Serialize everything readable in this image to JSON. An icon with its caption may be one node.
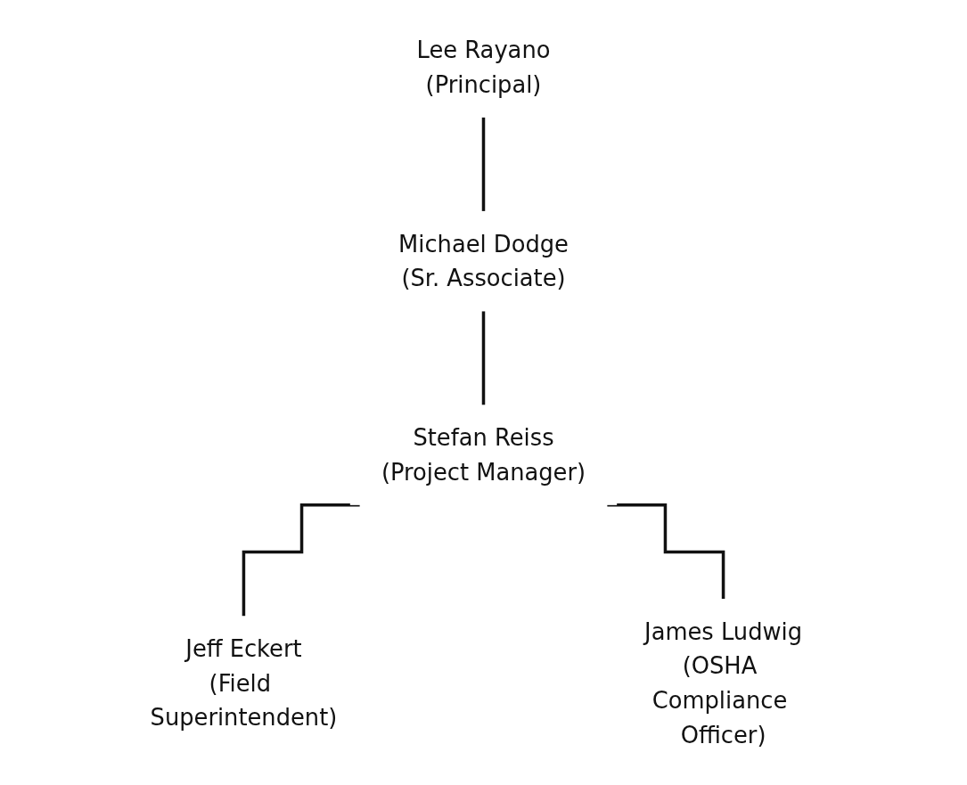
{
  "diagram": {
    "nodes": [
      {
        "text": [
          "Lee Rayano",
          "(Principal)"
        ]
      },
      {
        "text": [
          "Michael Dodge",
          "(Sr. Associate)"
        ]
      },
      {
        "text": [
          "Stefan Reiss",
          "(Project Manager)"
        ]
      },
      {
        "text": [
          "Jeff Eckert",
          "(Field Superintendent)"
        ]
      },
      {
        "text": [
          "James Ludwig",
          "(OSHA Compliance Officer)"
        ]
      }
    ],
    "edges": [
      {
        "from": 0,
        "to": 1,
        "arrow": "none"
      },
      {
        "from": 1,
        "to": 2,
        "arrow": "none"
      },
      {
        "from": 2,
        "to": 3,
        "arrow": "none"
      },
      {
        "from": 2,
        "to": 4,
        "arrow": "none"
      }
    ]
  }
}
